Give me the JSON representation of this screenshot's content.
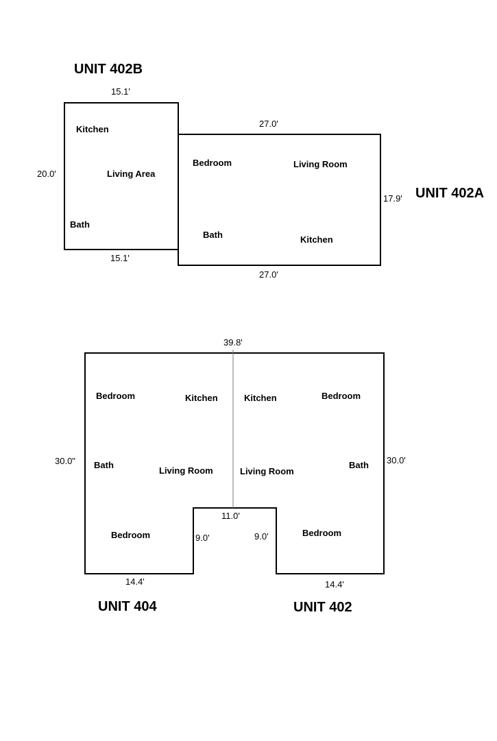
{
  "units": {
    "u402b": "UNIT 402B",
    "u402a": "UNIT 402A",
    "u404": "UNIT 404",
    "u402": "UNIT 402"
  },
  "unit_402b": {
    "dim_top": "15.1'",
    "dim_left": "20.0'",
    "dim_bottom": "15.1'",
    "rooms": {
      "kitchen": "Kitchen",
      "living_area": "Living Area",
      "bath": "Bath"
    }
  },
  "unit_402a": {
    "dim_top": "27.0'",
    "dim_right": "17.9'",
    "dim_bottom": "27.0'",
    "rooms": {
      "bedroom": "Bedroom",
      "living_room": "Living Room",
      "bath": "Bath",
      "kitchen": "Kitchen"
    }
  },
  "lower_building": {
    "dim_top": "39.8'",
    "dim_left": "30.0\"",
    "dim_right": "30.0'",
    "dim_notch_top": "11.0'",
    "dim_notch_left": "9.0'",
    "dim_notch_right": "9.0'",
    "dim_bottom_left": "14.4'",
    "dim_bottom_right": "14.4'"
  },
  "unit_404": {
    "rooms": {
      "bedroom_top": "Bedroom",
      "kitchen": "Kitchen",
      "bath": "Bath",
      "living_room": "Living Room",
      "bedroom_bottom": "Bedroom"
    }
  },
  "unit_402": {
    "rooms": {
      "kitchen": "Kitchen",
      "bedroom_top": "Bedroom",
      "living_room": "Living Room",
      "bath": "Bath",
      "bedroom_bottom": "Bedroom"
    }
  }
}
